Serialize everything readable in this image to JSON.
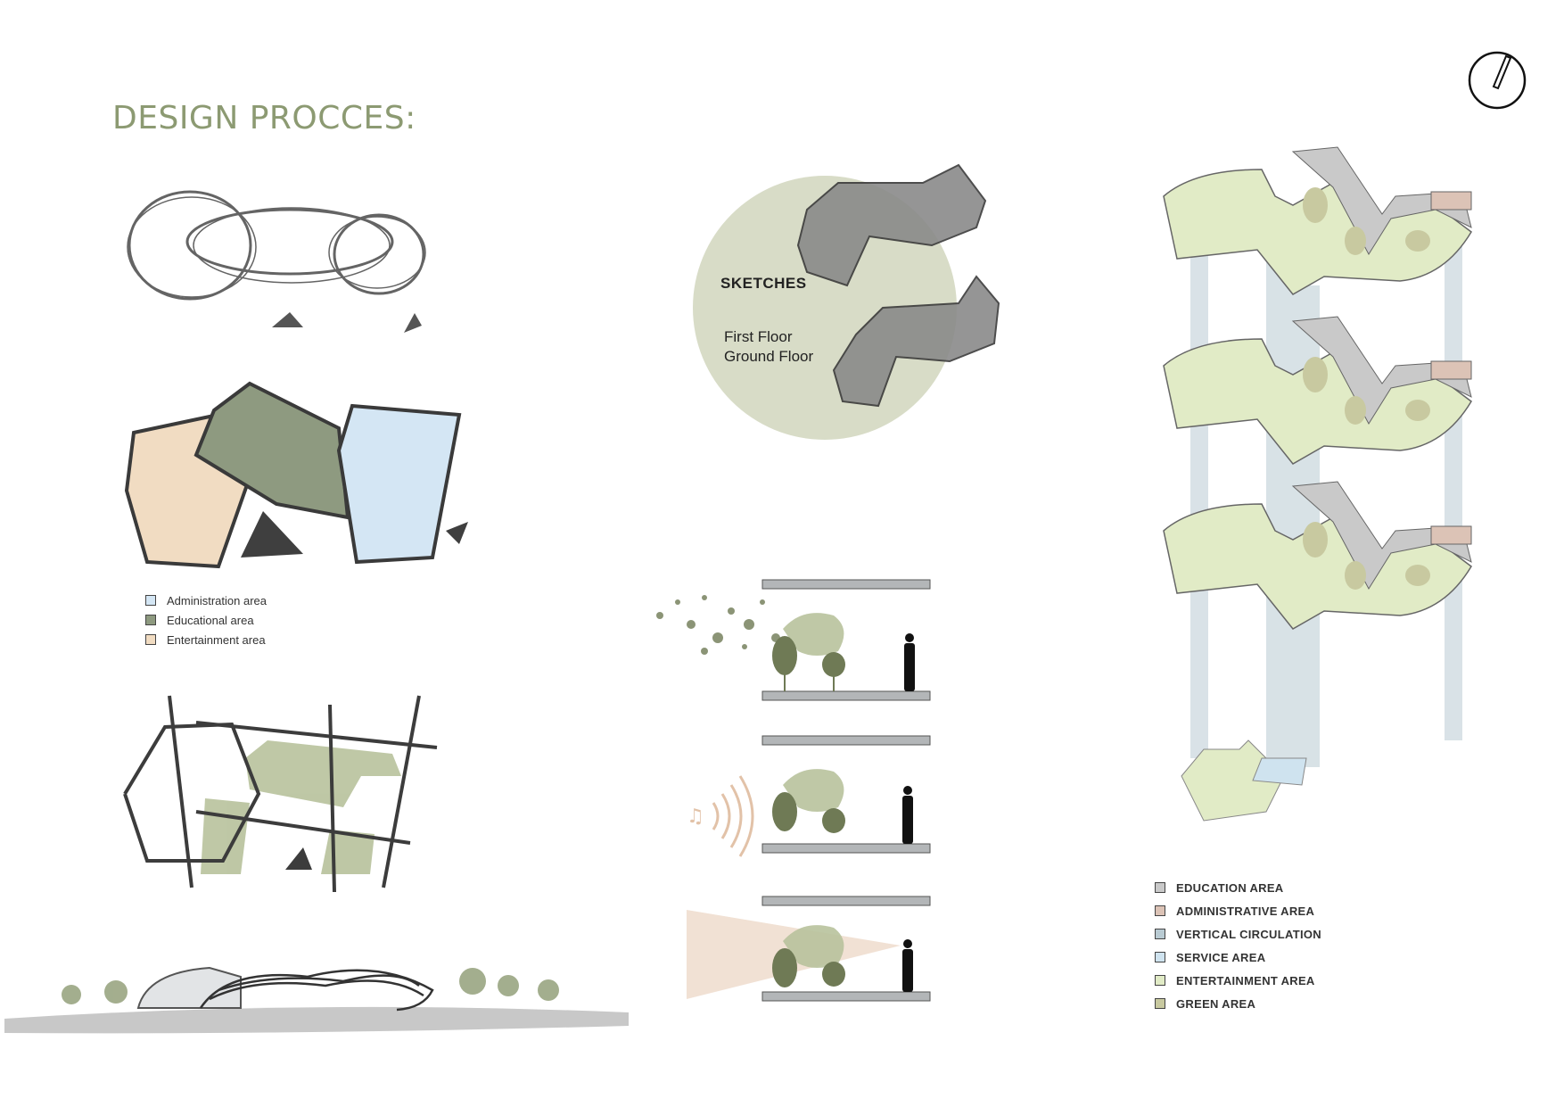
{
  "page": {
    "title": "DESIGN PROCCES:"
  },
  "logo": {
    "icon": "compass-logo-icon"
  },
  "sketch_circle": {
    "heading": "SKETCHES",
    "floor_labels": [
      "First Floor",
      "Ground Floor"
    ],
    "circle_color": "#d8dcc7"
  },
  "zoning_legend": {
    "items": [
      {
        "label": "Administration area",
        "color": "#d4e6f4"
      },
      {
        "label": "Educational area",
        "color": "#8e9a80"
      },
      {
        "label": "Entertainment area",
        "color": "#f1dcc2"
      }
    ]
  },
  "axonometric_legend": {
    "items": [
      {
        "label": "EDUCATION AREA",
        "color": "#c9c9c9"
      },
      {
        "label": "ADMINISTRATIVE AREA",
        "color": "#dcc3b6"
      },
      {
        "label": "VERTICAL CIRCULATION",
        "color": "#b9cbd3"
      },
      {
        "label": "SERVICE AREA",
        "color": "#cfe3ef"
      },
      {
        "label": "ENTERTAINMENT AREA",
        "color": "#e1ebc6"
      },
      {
        "label": "GREEN AREA",
        "color": "#c8c9a0"
      }
    ]
  },
  "colors": {
    "accent": "#8c9a72",
    "green_dark": "#6f7a55",
    "green_light": "#b8c29c",
    "slab": "#b3b6b8",
    "ink": "#2f2f2f"
  }
}
